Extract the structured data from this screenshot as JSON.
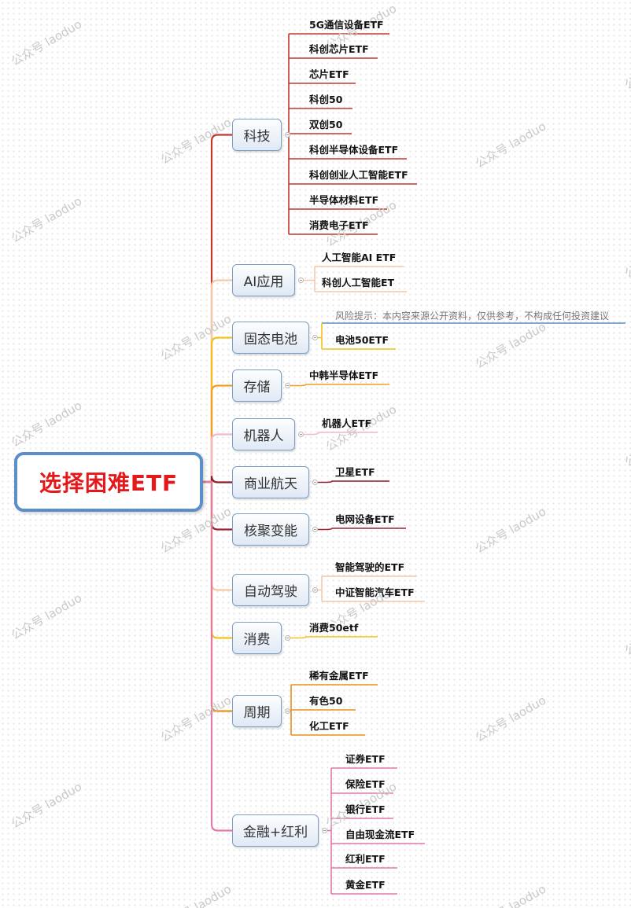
{
  "root": {
    "label": "选择困难ETF",
    "color": "#e4191c"
  },
  "note": "风险提示：本内容来源公开资料，仅供参考，不构成任何投资建议",
  "watermark": "公众号  laoduo",
  "categories": [
    {
      "label": "科技",
      "branch_color": "#c0392b",
      "items": [
        "5G通信设备ETF",
        "科创芯片ETF",
        "芯片ETF",
        "科创50",
        "双创50",
        "科创半导体设备ETF",
        "科创创业人工智能ETF",
        "半导体材料ETF",
        "消费电子ETF"
      ]
    },
    {
      "label": "AI应用",
      "branch_color": "#f5c9a8",
      "items": [
        "人工智能AI ETF",
        "科创人工智能ET"
      ]
    },
    {
      "label": "固态电池",
      "branch_color": "#f2c21b",
      "items": [
        "电池50ETF"
      ]
    },
    {
      "label": "存储",
      "branch_color": "#f0a020",
      "items": [
        "中韩半导体ETF"
      ]
    },
    {
      "label": "机器人",
      "branch_color": "#f1b8c9",
      "items": [
        "机器人ETF"
      ]
    },
    {
      "label": "商业航天",
      "branch_color": "#8b1c2b",
      "items": [
        "卫星ETF"
      ]
    },
    {
      "label": "核聚变能",
      "branch_color": "#9b2335",
      "items": [
        "电网设备ETF"
      ]
    },
    {
      "label": "自动驾驶",
      "branch_color": "#f5c9a8",
      "items": [
        "智能驾驶的ETF",
        "中证智能汽车ETF"
      ]
    },
    {
      "label": "消费",
      "branch_color": "#f2c21b",
      "items": [
        "消费50etf"
      ]
    },
    {
      "label": "周期",
      "branch_color": "#e8901a",
      "items": [
        "稀有金属ETF",
        "有色50",
        "化工ETF"
      ]
    },
    {
      "label": "金融+红利",
      "branch_color": "#e07aa8",
      "items": [
        "证券ETF",
        "保险ETF",
        "银行ETF",
        "自由现金流ETF",
        "红利ETF",
        "黄金ETF"
      ]
    }
  ]
}
